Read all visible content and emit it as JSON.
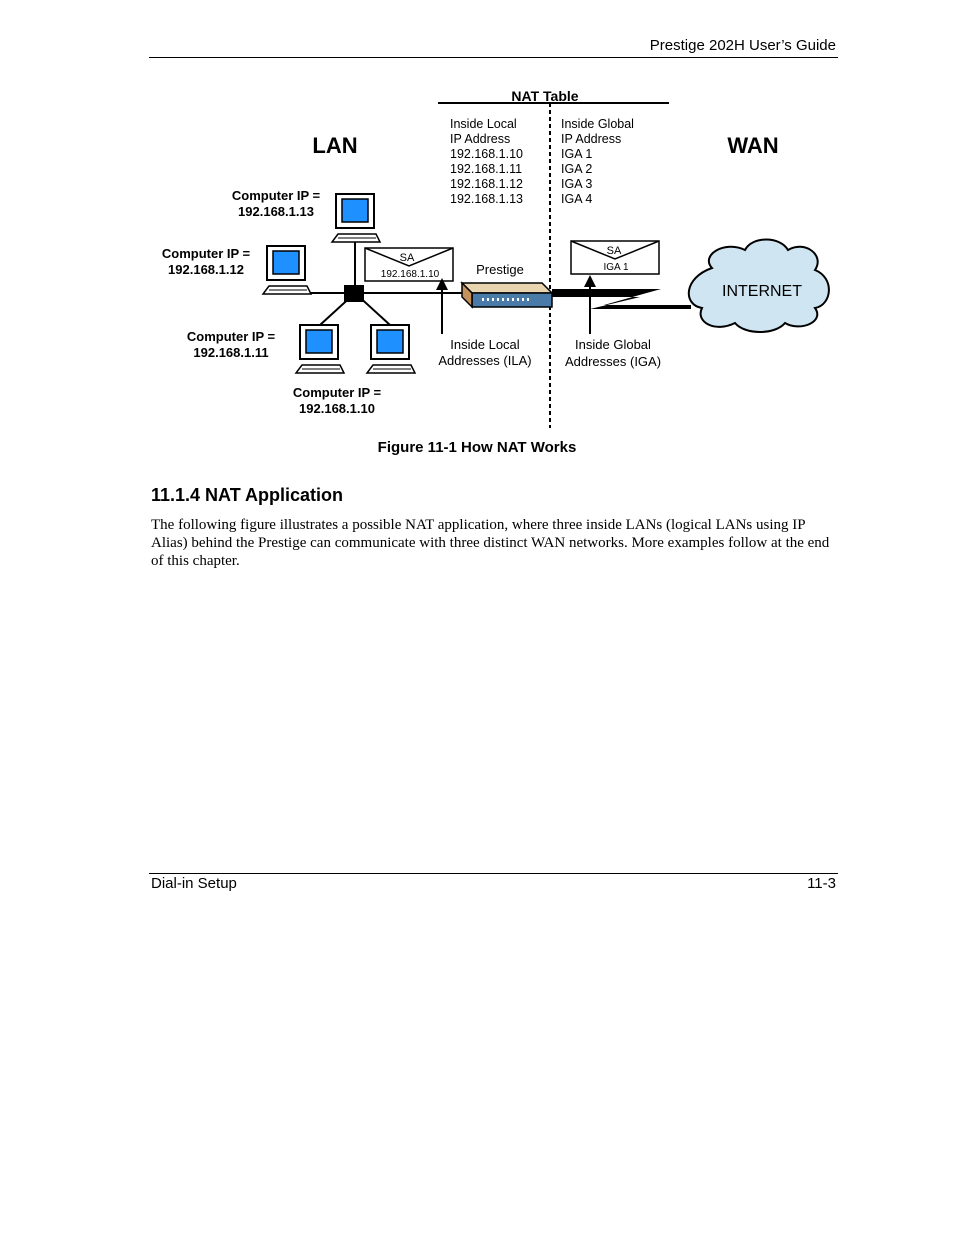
{
  "header": {
    "title": "Prestige 202H User’s Guide"
  },
  "figure": {
    "nat_table_title": "NAT Table",
    "lan_label": "LAN",
    "wan_label": "WAN",
    "inside_local_col": [
      "Inside Local",
      "IP Address",
      "192.168.1.10",
      "192.168.1.11",
      "192.168.1.12",
      "192.168.1.13"
    ],
    "inside_global_col": [
      "Inside Global",
      "IP Address",
      "IGA 1",
      "IGA 2",
      "IGA 3",
      "IGA 4"
    ],
    "computers": [
      {
        "label": "Computer IP =",
        "ip": "192.168.1.13"
      },
      {
        "label": "Computer IP =",
        "ip": "192.168.1.12"
      },
      {
        "label": "Computer IP =",
        "ip": "192.168.1.11"
      },
      {
        "label": "Computer IP =",
        "ip": "192.168.1.10"
      }
    ],
    "lan_packet": {
      "sa": "SA",
      "addr": "192.168.1.10"
    },
    "wan_packet": {
      "sa": "SA",
      "addr": "IGA 1"
    },
    "router_label": "Prestige",
    "internet_label": "INTERNET",
    "ila_label": [
      "Inside Local",
      "Addresses (ILA)"
    ],
    "iga_label": [
      "Inside Global",
      "Addresses (IGA)"
    ]
  },
  "caption": "Figure 11-1 How NAT Works",
  "section": {
    "heading": "11.1.4 NAT Application",
    "body": "The following figure illustrates a possible NAT application, where three inside LANs (logical LANs using IP Alias) behind the Prestige can communicate with three distinct WAN networks. More examples follow at the end of this chapter."
  },
  "footer": {
    "left": "Dial-in Setup",
    "right": "11-3"
  }
}
